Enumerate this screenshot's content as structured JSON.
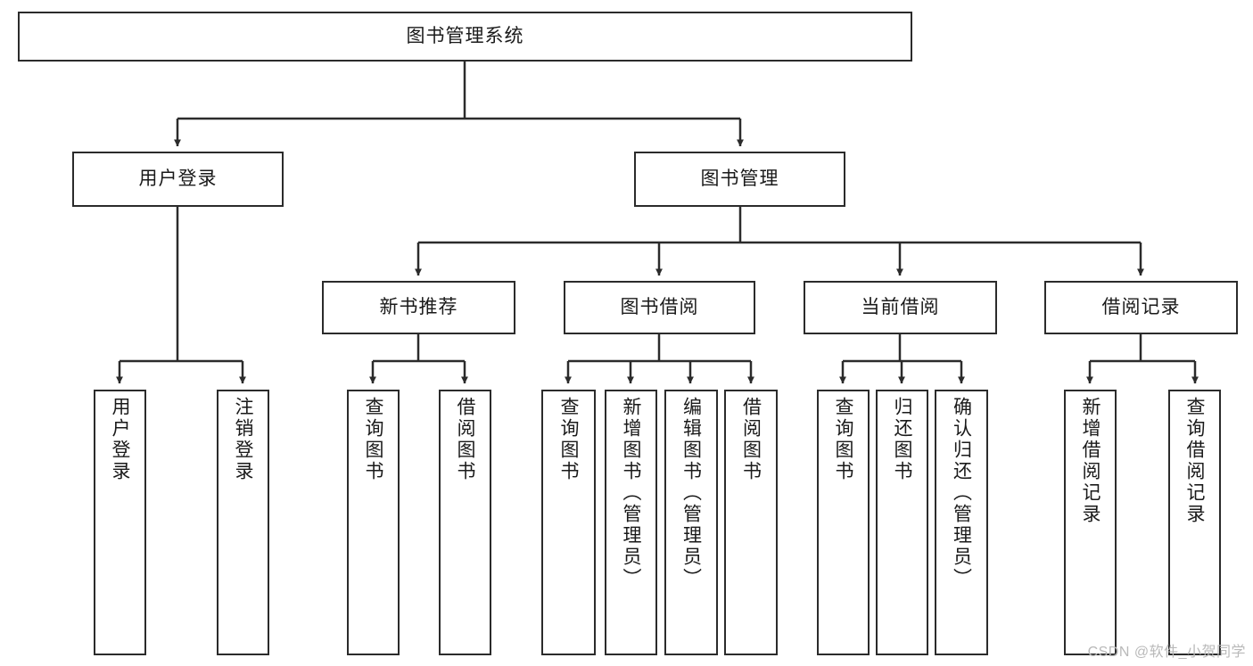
{
  "diagram": {
    "title": "图书管理系统",
    "type": "tree-hierarchy-chart",
    "stroke_color": "#2b2b2b",
    "fill_color": "#ffffff",
    "text_color": "#1a1a1a"
  },
  "nodes": {
    "root": {
      "label": "图书管理系统"
    },
    "level2": [
      {
        "id": "user-login",
        "label": "用户登录"
      },
      {
        "id": "book-manage",
        "label": "图书管理"
      }
    ],
    "level3": [
      {
        "id": "new-book-recommend",
        "label": "新书推荐"
      },
      {
        "id": "book-borrow",
        "label": "图书借阅"
      },
      {
        "id": "current-borrow",
        "label": "当前借阅"
      },
      {
        "id": "borrow-record",
        "label": "借阅记录"
      }
    ],
    "leaves": {
      "user-login": [
        {
          "id": "leaf-user-login",
          "label": "用户登录"
        },
        {
          "id": "leaf-logout-login",
          "label": "注销登录"
        }
      ],
      "new-book-recommend": [
        {
          "id": "leaf-query-book-1",
          "label": "查询图书"
        },
        {
          "id": "leaf-borrow-book-1",
          "label": "借阅图书"
        }
      ],
      "book-borrow": [
        {
          "id": "leaf-query-book-2",
          "label": "查询图书"
        },
        {
          "id": "leaf-add-book-admin",
          "label": "新增图书（管理员）"
        },
        {
          "id": "leaf-edit-book-admin",
          "label": "编辑图书（管理员）"
        },
        {
          "id": "leaf-borrow-book-2",
          "label": "借阅图书"
        }
      ],
      "current-borrow": [
        {
          "id": "leaf-query-book-3",
          "label": "查询图书"
        },
        {
          "id": "leaf-return-book",
          "label": "归还图书"
        },
        {
          "id": "leaf-confirm-return-admin",
          "label": "确认归还（管理员）"
        }
      ],
      "borrow-record": [
        {
          "id": "leaf-add-borrow-record",
          "label": "新增借阅记录"
        },
        {
          "id": "leaf-query-borrow-record",
          "label": "查询借阅记录"
        }
      ]
    }
  },
  "watermark": {
    "text": "CSDN @软件_小贺同学"
  }
}
